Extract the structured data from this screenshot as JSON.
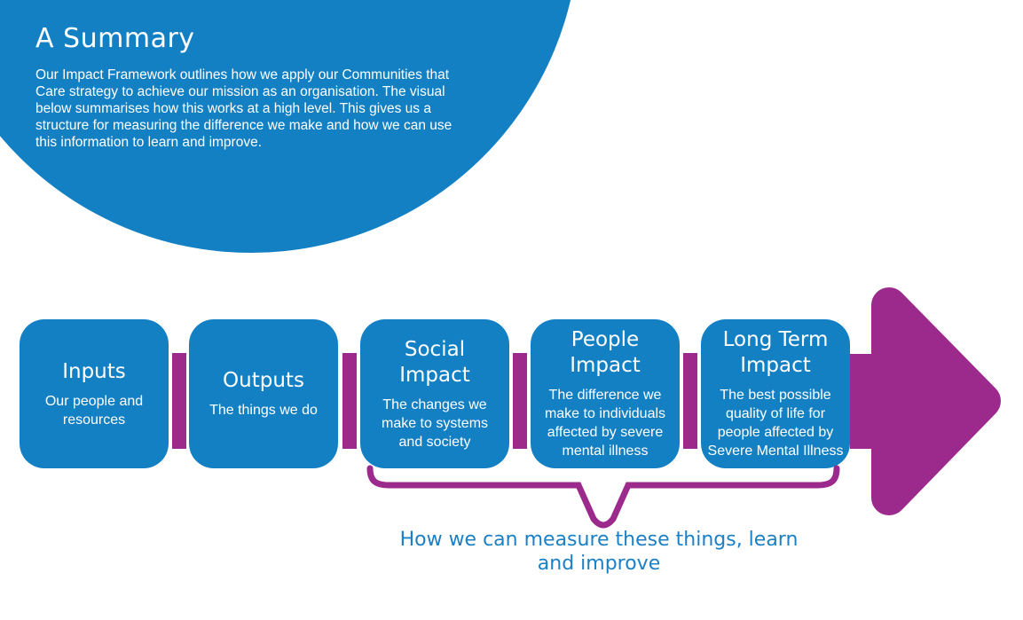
{
  "summary": {
    "title": "A Summary",
    "paragraph": "Our Impact Framework outlines how we apply our Communities that\nCare strategy to achieve our mission as an organisation. The visual\nbelow summarises how this works at a high level. This gives us a\nstructure for measuring the difference we make and how we can use\nthis information to learn and improve."
  },
  "flow": {
    "boxes": [
      {
        "title": "Inputs",
        "body": "Our people and\nresources"
      },
      {
        "title": "Outputs",
        "body": "The things we do"
      },
      {
        "title": "Social\nImpact",
        "body": "The changes we\nmake to systems\nand society"
      },
      {
        "title": "People\nImpact",
        "body": "The difference we\nmake to individuals\naffected by severe\nmental illness"
      },
      {
        "title": "Long Term\nImpact",
        "body": "The best possible\nquality of life for\npeople affected by\nSevere Mental Illness"
      }
    ]
  },
  "caption": "How we can measure these things, learn\nand improve",
  "colors": {
    "blue": "#1480c4",
    "purple": "#9b2a8c",
    "text_on_blue": "#ffffff",
    "caption_text": "#1c80c4"
  }
}
